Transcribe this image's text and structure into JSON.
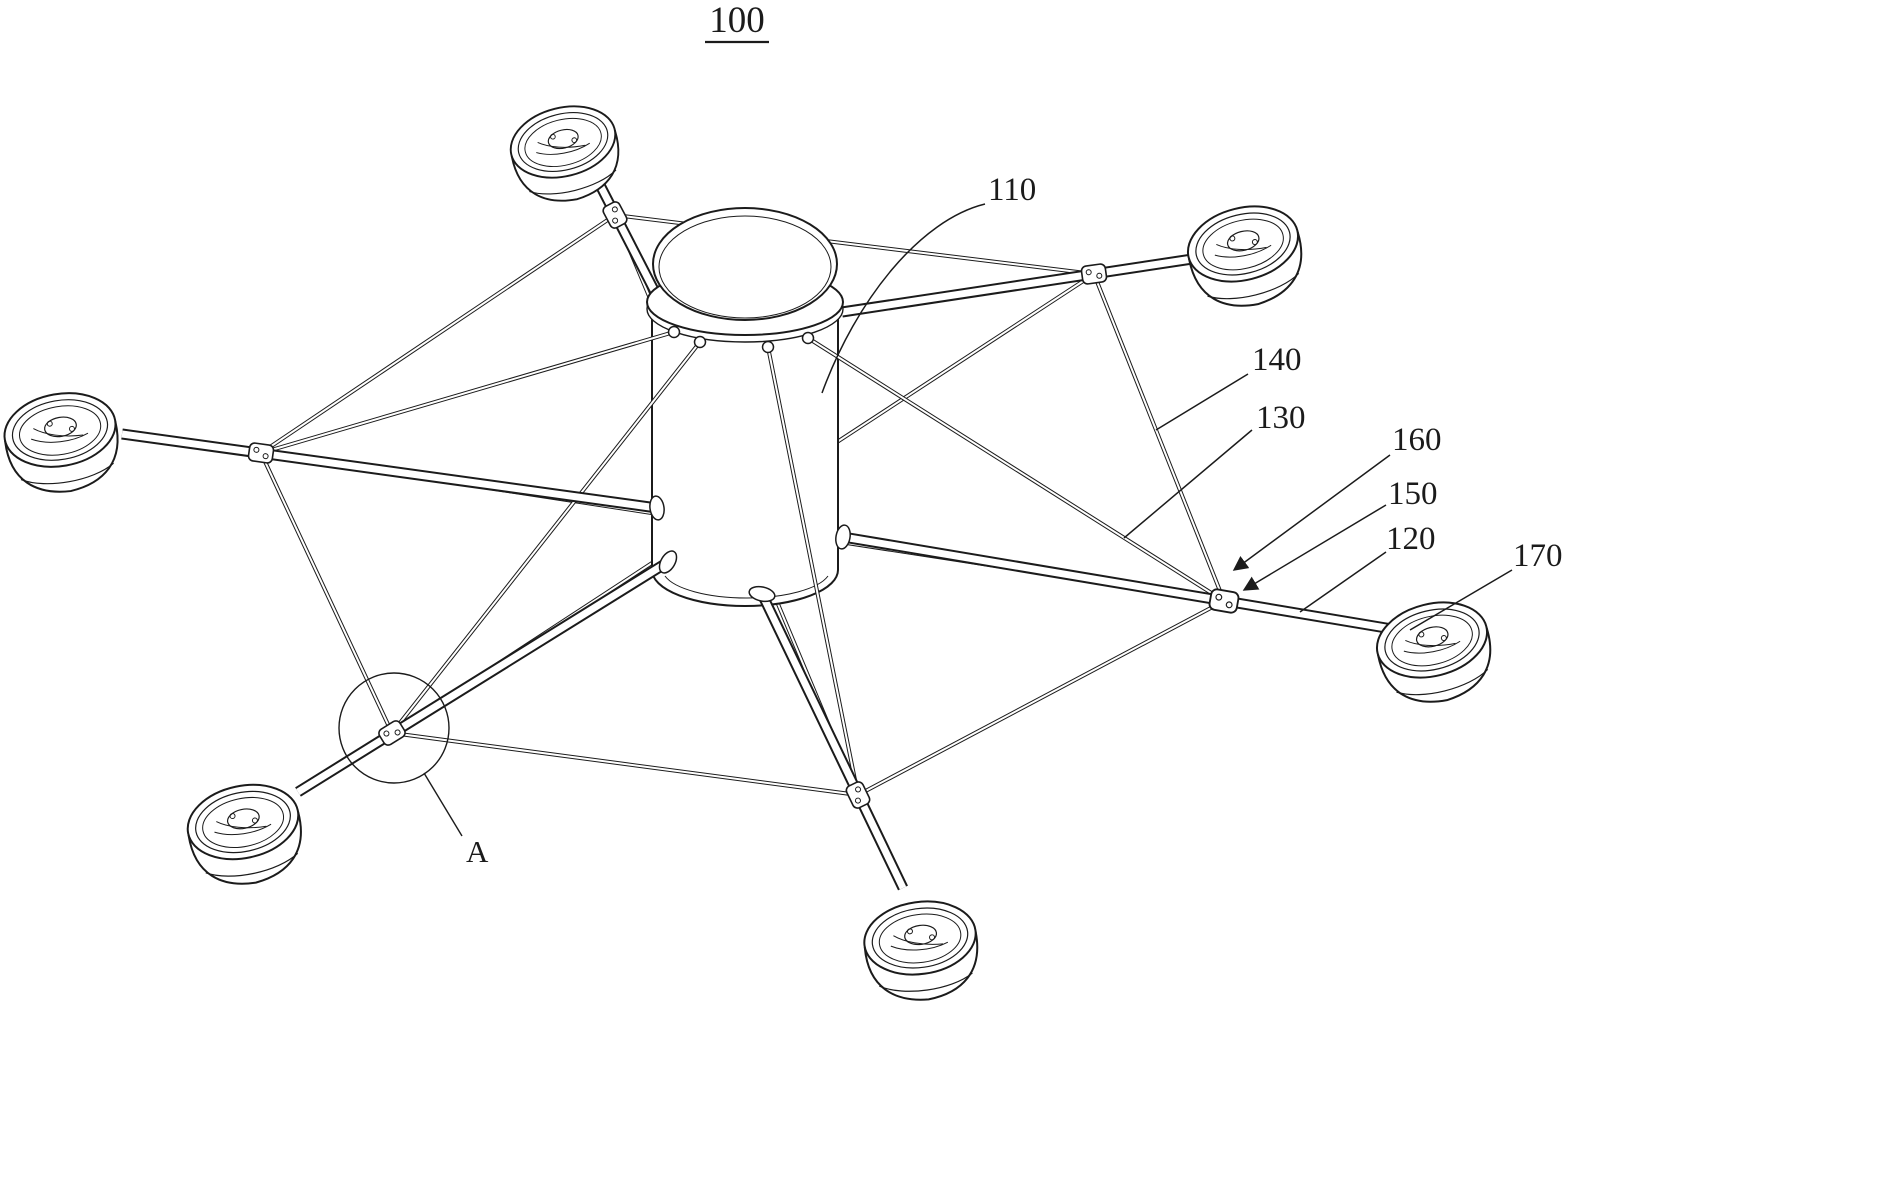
{
  "figure": {
    "title": "100",
    "labels": {
      "l110": "110",
      "l120": "120",
      "l130": "130",
      "l140": "140",
      "l150": "150",
      "l160": "160",
      "l170": "170",
      "detail": "A"
    }
  },
  "colors": {
    "ink": "#1b1b1b",
    "background": "#ffffff"
  }
}
